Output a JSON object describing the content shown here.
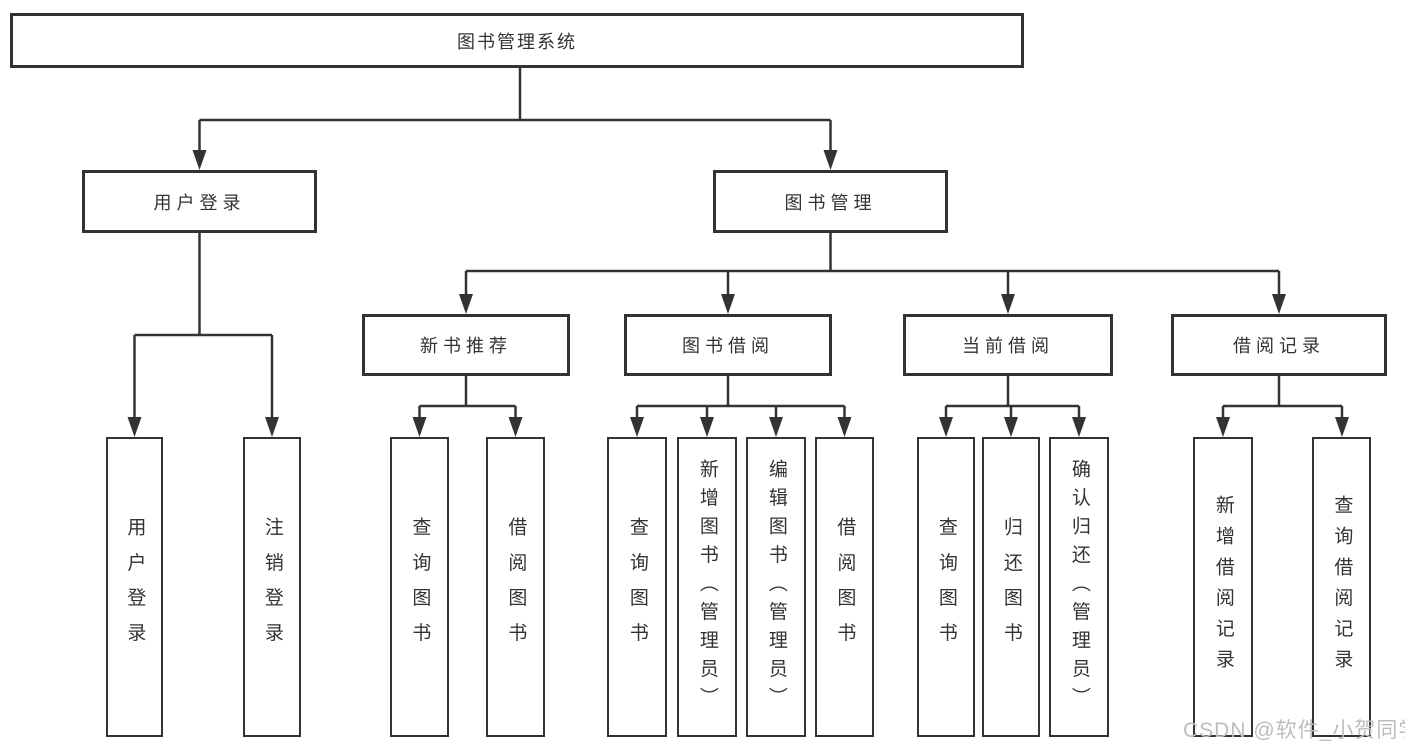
{
  "diagram": {
    "title": "图书管理系统",
    "watermark": "CSDN @软件_小贺同学",
    "colors": {
      "line": "#333333",
      "text": "#333333",
      "background": "#ffffff",
      "watermark": "#bdbdbd"
    },
    "nodes": {
      "root": "图书管理系统",
      "user_login": "用户登录",
      "book_mgmt": "图书管理",
      "new_book_rec": "新书推荐",
      "book_borrow": "图书借阅",
      "current_borrow": "当前借阅",
      "borrow_records": "借阅记录",
      "leaf_user_login": "用户登录",
      "leaf_logout": "注销登录",
      "leaf_rec_query": "查询图书",
      "leaf_rec_borrow": "借阅图书",
      "leaf_bb_query": "查询图书",
      "leaf_bb_add": "新增图书（管理员）",
      "leaf_bb_edit": "编辑图书（管理员）",
      "leaf_bb_borrow": "借阅图书",
      "leaf_cb_query": "查询图书",
      "leaf_cb_return": "归还图书",
      "leaf_cb_confirm": "确认归还（管理员）",
      "leaf_br_add": "新增借阅记录",
      "leaf_br_query": "查询借阅记录"
    },
    "structure": {
      "图书管理系统": {
        "用户登录": [
          "用户登录",
          "注销登录"
        ],
        "图书管理": {
          "新书推荐": [
            "查询图书",
            "借阅图书"
          ],
          "图书借阅": [
            "查询图书",
            "新增图书（管理员）",
            "编辑图书（管理员）",
            "借阅图书"
          ],
          "当前借阅": [
            "查询图书",
            "归还图书",
            "确认归还（管理员）"
          ],
          "借阅记录": [
            "新增借阅记录",
            "查询借阅记录"
          ]
        }
      }
    }
  }
}
